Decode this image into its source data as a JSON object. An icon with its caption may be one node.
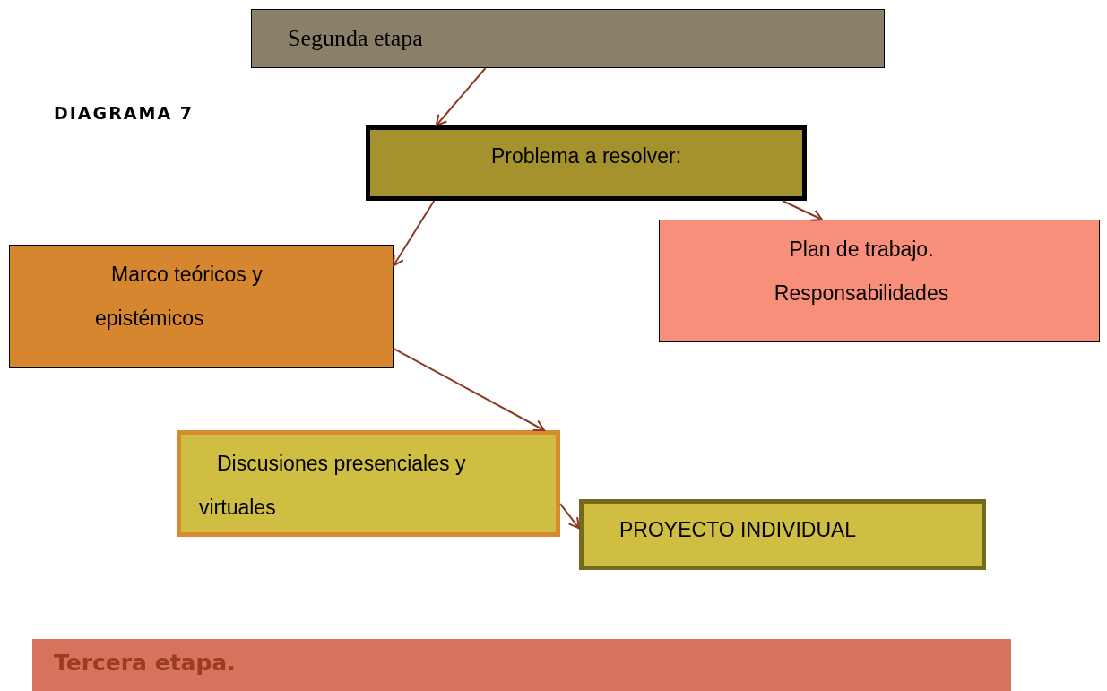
{
  "diagram": {
    "title": "DIAGRAMA 7",
    "nodes": [
      {
        "text": [
          "Segunda  etapa"
        ]
      },
      {
        "text": [
          "Problema a resolver:"
        ]
      },
      {
        "text": [
          "Plan de trabajo. Responsabilidades"
        ]
      },
      {
        "text": [
          "Marco teóricos  y epistémicos"
        ]
      },
      {
        "text": [
          "Discusiones  presenciales y virtuales"
        ]
      },
      {
        "text": [
          "PROYECTO INDIVIDUAL"
        ]
      },
      {
        "text": [
          "Tercera etapa."
        ]
      }
    ],
    "edges": [
      {
        "from": 0,
        "to": 1,
        "arrow": "to"
      },
      {
        "from": 1,
        "to": 2,
        "arrow": "to"
      },
      {
        "from": 1,
        "to": 3,
        "arrow": "to"
      },
      {
        "from": 3,
        "to": 4,
        "arrow": "to"
      },
      {
        "from": 4,
        "to": 5,
        "arrow": "to"
      }
    ]
  }
}
